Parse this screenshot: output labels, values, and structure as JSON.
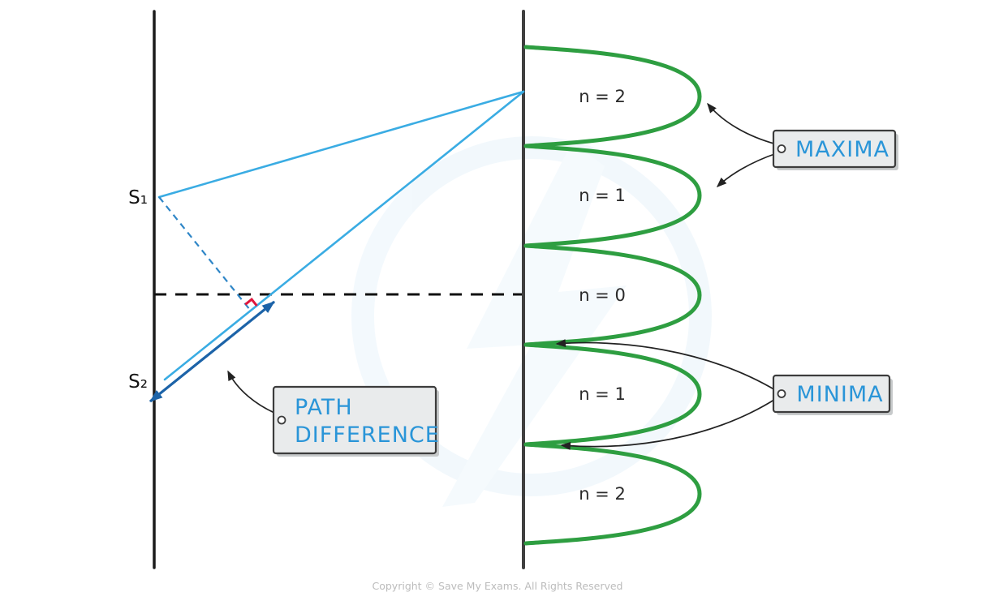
{
  "colors": {
    "ray_blue": "#3aace3",
    "path_arrow_blue": "#1c63a8",
    "pattern_green": "#2e9e41",
    "angle_red": "#e0163c",
    "label_blue": "#2a95d8",
    "tag_fill": "#e9ebec",
    "tag_border": "#3c3c3c",
    "line_black": "#1c1c1c"
  },
  "sources": {
    "s1": "S₁",
    "s2": "S₂"
  },
  "pattern": {
    "lobes": [
      {
        "label": "n = 2"
      },
      {
        "label": "n = 1"
      },
      {
        "label": "n = 0"
      },
      {
        "label": "n = 1"
      },
      {
        "label": "n = 2"
      }
    ]
  },
  "tags": {
    "maxima": "MAXIMA",
    "minima": "MINIMA",
    "path_difference": {
      "line1": "PATH",
      "line2": "DIFFERENCE"
    }
  },
  "footer": {
    "copyright": "Copyright © Save My Exams. All Rights Reserved"
  }
}
